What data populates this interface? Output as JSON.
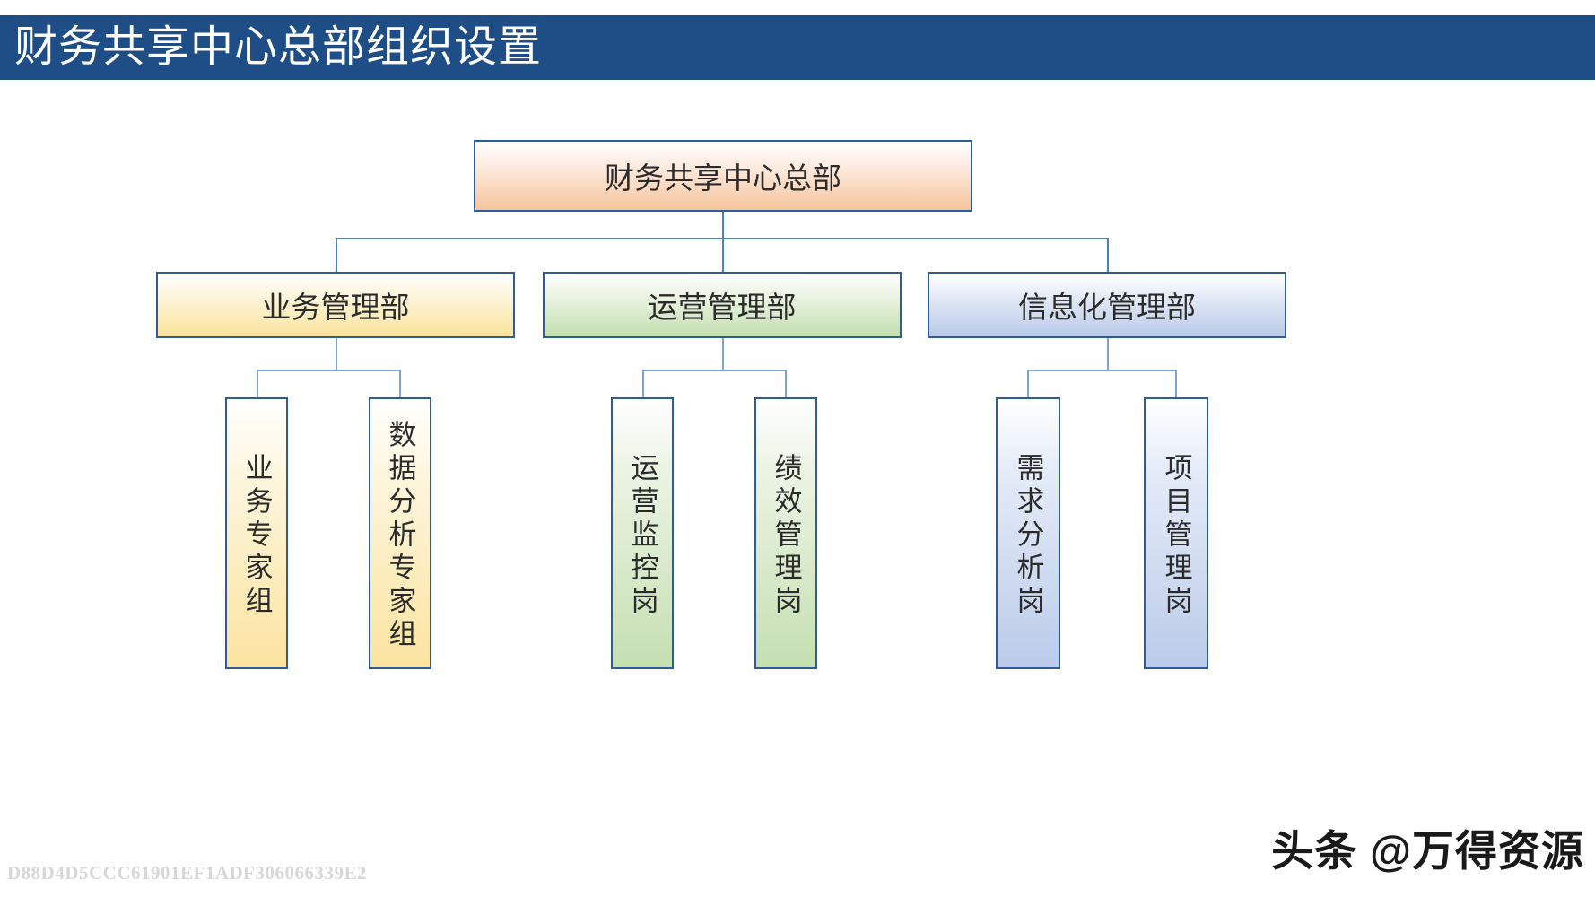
{
  "slide": {
    "title": "财务共享中心总部组织设置",
    "banner_color": "#1f4e87",
    "background": "#ffffff"
  },
  "org_chart": {
    "root": {
      "label": "财务共享中心总部",
      "color": "#f6c49b",
      "border_color": "#2e5b9a"
    },
    "departments": [
      {
        "label": "业务管理部",
        "color": "#fbe39b",
        "children": [
          {
            "label": "业务专家组"
          },
          {
            "label": "数据分析专家组"
          }
        ]
      },
      {
        "label": "运营管理部",
        "color": "#c2dfae",
        "children": [
          {
            "label": "运营监控岗"
          },
          {
            "label": "绩效管理岗"
          }
        ]
      },
      {
        "label": "信息化管理部",
        "color": "#b8c9e8",
        "children": [
          {
            "label": "需求分析岗"
          },
          {
            "label": "项目管理岗"
          }
        ]
      }
    ]
  },
  "watermarks": {
    "hash": "D88D4D5CCC61901EF1ADF306066339E2",
    "brand": "头条 @万得资源"
  }
}
